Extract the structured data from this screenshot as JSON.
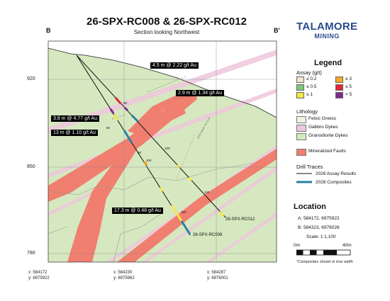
{
  "title": "26-SPX-RC008 & 26-SPX-RC012",
  "subtitle": "Section looking Northwest",
  "section_start": "B",
  "section_end": "B'",
  "logo": {
    "word": "TALAMORE",
    "sub": "MINING"
  },
  "elevations": [
    "920",
    "850",
    "780"
  ],
  "eastings": [
    {
      "x": "x: 584172",
      "y": "y: 6975922"
    },
    {
      "x": "x: 584230",
      "y": "y: 6975962"
    },
    {
      "x": "x: 584287",
      "y": "y: 6976001"
    }
  ],
  "intercepts": [
    "4.5 m @ 2.22 g/t Au",
    "2.9 m @ 1.34 g/t Au",
    "3.8 m @ 4.77 g/t Au",
    "13 m @ 1.10 g/t Au",
    "17.3 m @ 0.48 g/t Au"
  ],
  "holes": [
    "26-SPX-RC012",
    "26-SPX-RC008"
  ],
  "depth_ticks": [
    "50",
    "100",
    "50",
    "100",
    "150",
    "50",
    "150"
  ],
  "topo_label": "2023 MAR TO TOP",
  "legend": {
    "title": "Legend",
    "assay_title": "Assay (g/t)",
    "assay": [
      {
        "label": "≤ 0.2",
        "color": "#efe7c8"
      },
      {
        "label": "≤ 3",
        "color": "#f5a623"
      },
      {
        "label": "≤ 0.5",
        "color": "#7ec87a"
      },
      {
        "label": "≤ 5",
        "color": "#e5243a"
      },
      {
        "label": "≤ 1",
        "color": "#f4e842"
      },
      {
        "label": "> 5",
        "color": "#7b2a8f"
      }
    ],
    "lithology_title": "Lithology",
    "lithology": [
      {
        "label": "Felsic Gneiss",
        "color": "#f1f2e6"
      },
      {
        "label": "Gabbro Dykes",
        "color": "#efc6dd"
      },
      {
        "label": "Granodiorite Dykes",
        "color": "#d6e8bf"
      }
    ],
    "faults_label": "Mineralized Faults",
    "faults_color": "#f07f6f",
    "drill_title": "Drill Traces",
    "drill": [
      {
        "label": "2026 Assay Results",
        "color": "#111111"
      },
      {
        "label": "2026 Composites",
        "color": "#2a7fa3"
      }
    ]
  },
  "location": {
    "title": "Location",
    "a": "A:  584172, 6975922",
    "b": "B:  584323, 6976026",
    "scale": "Scale: 1:1,100",
    "scale_start": "0m",
    "scale_end": "40m",
    "note": "*Composites shown in true width"
  }
}
